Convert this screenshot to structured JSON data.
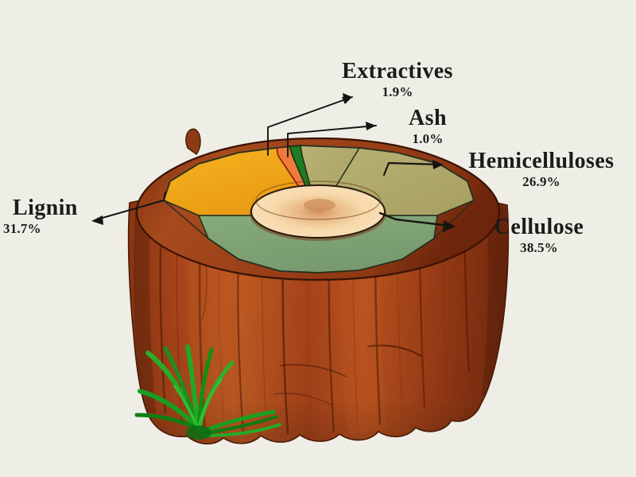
{
  "figure": {
    "background_color": "#efeee6",
    "subject": "tree-stump-cross-section-pie-chart"
  },
  "chart_data": {
    "type": "pie",
    "title": "",
    "categories": [
      "Cellulose",
      "Lignin",
      "Hemicelluloses",
      "Extractives",
      "Ash"
    ],
    "values": [
      38.5,
      31.7,
      26.9,
      1.9,
      1.0
    ],
    "unit": "%",
    "labels": [
      "38.5%",
      "31.7%",
      "26.9%",
      "1.9%",
      "1.0%"
    ],
    "colors": [
      "#7ea173",
      "#f2a81b",
      "#b2ab6c",
      "#f07a3c",
      "#1f7a21"
    ],
    "legend": "callout-labels-with-arrows",
    "grid": false
  },
  "callouts": [
    {
      "id": "extractives",
      "name": "Extractives",
      "value": "1.9%",
      "slice_color": "#f07a3c"
    },
    {
      "id": "ash",
      "name": "Ash",
      "value": "1.0%",
      "slice_color": "#1f7a21"
    },
    {
      "id": "hemicelluloses",
      "name": "Hemicelluloses",
      "value": "26.9%",
      "slice_color": "#b2ab6c"
    },
    {
      "id": "cellulose",
      "name": "Cellulose",
      "value": "38.5%",
      "slice_color": "#7ea173"
    },
    {
      "id": "lignin",
      "name": "Lignin",
      "value": "31.7%",
      "slice_color": "#f2a81b"
    }
  ],
  "illustration": {
    "bark_color": "#a8431a",
    "bark_shadow": "#6e2a0f",
    "bark_highlight": "#c85a22",
    "rim_color": "#8c3a16",
    "heartwood_color": "#f7d7a6",
    "heartwood_center": "#d79a68",
    "grass_color": "#1f9c21",
    "outline_color": "#20160f"
  }
}
